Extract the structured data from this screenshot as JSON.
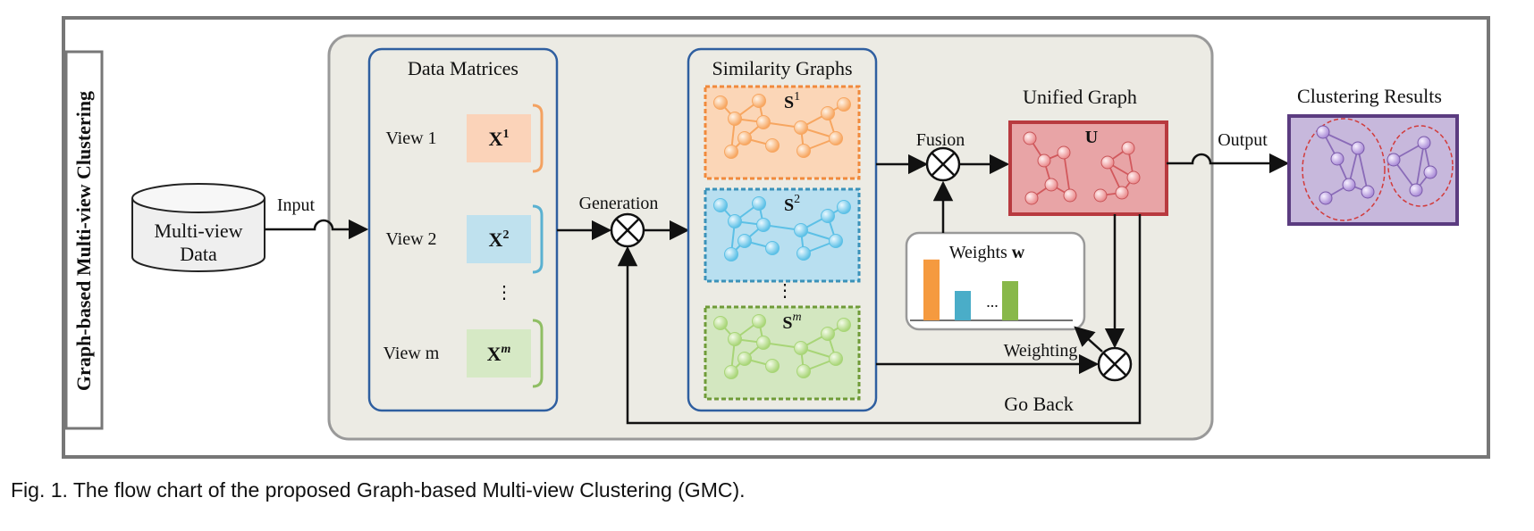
{
  "side_title": "Graph-based Multi-view Clustering",
  "source_label": "Multi-view Data",
  "input_label": "Input",
  "data_matrices": {
    "title": "Data Matrices",
    "views": [
      {
        "label": "View 1",
        "matrix": "X",
        "sup": "1",
        "color": "#f4a261",
        "fill": "#fbd3b9"
      },
      {
        "label": "View 2",
        "matrix": "X",
        "sup": "2",
        "color": "#5ab1d1",
        "fill": "#bfe1ee"
      },
      {
        "label": "View m",
        "matrix": "X",
        "sup": "m",
        "color": "#8fbe63",
        "fill": "#d6e9c5"
      }
    ],
    "ellipsis": "⋮"
  },
  "generation_label": "Generation",
  "similarity_graphs": {
    "title": "Similarity Graphs",
    "graphs": [
      {
        "symbol": "S",
        "sup": "1",
        "color": "#f08a3c",
        "fill": "#fbd6b7",
        "node": "#f7a660"
      },
      {
        "symbol": "S",
        "sup": "2",
        "color": "#3b92b9",
        "fill": "#b8dff0",
        "node": "#5cc0e6"
      },
      {
        "symbol": "S",
        "sup": "m",
        "color": "#6f9b38",
        "fill": "#d3e7c0",
        "node": "#a8d577"
      }
    ],
    "ellipsis": "⋮"
  },
  "fusion_label": "Fusion",
  "unified_graph": {
    "title": "Unified Graph",
    "symbol": "U",
    "color": "#b83a3f",
    "fill": "#e8a4a6",
    "node": "#ea8a8c"
  },
  "weights": {
    "title": "Weights",
    "symbol": "w",
    "ellipsis": "...",
    "values": [
      0.62,
      0.3,
      0.4
    ],
    "colors": [
      "#f59a3f",
      "#4aadc8",
      "#88b84a"
    ]
  },
  "weighting_label": "Weighting",
  "go_back_label": "Go Back",
  "output_label": "Output",
  "clustering_results": {
    "title": "Clustering Results",
    "color": "#5b3c80",
    "fill": "#c7b8dc",
    "node": "#b39bd8"
  },
  "caption": "Fig. 1. The flow chart of the proposed Graph-based Multi-view Clustering (GMC)."
}
